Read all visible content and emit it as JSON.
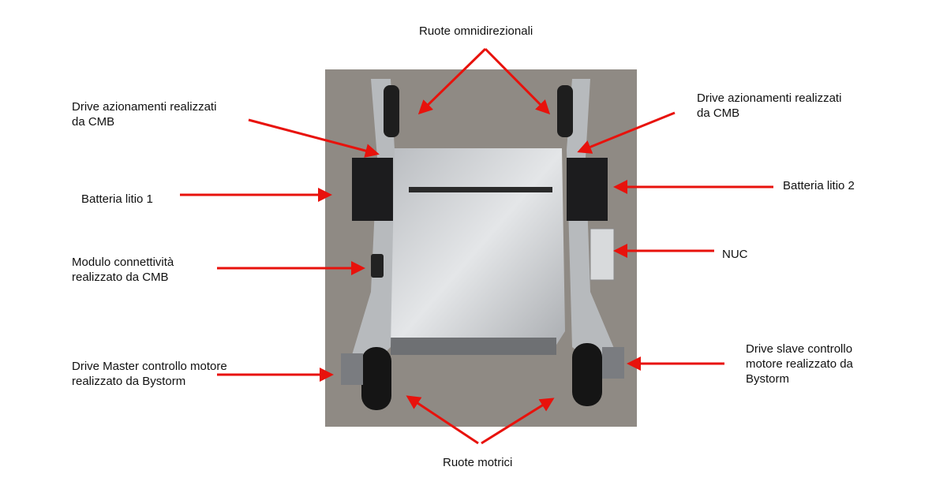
{
  "labels": {
    "omni_wheels": "Ruote omnidirezionali",
    "drive_left_1": "Drive azionamenti realizzati",
    "drive_left_2": "da CMB",
    "drive_right_1": "Drive azionamenti realizzati",
    "drive_right_2": "da CMB",
    "battery_1": "Batteria litio 1",
    "battery_2": "Batteria  litio 2",
    "nuc": "NUC",
    "module_1": "Modulo connettività",
    "module_2": "realizzato da CMB",
    "master_1": "Drive Master  controllo motore",
    "master_2": "realizzato da Bystorm",
    "slave_1": "Drive  slave controllo",
    "slave_2": "motore realizzato da",
    "slave_3": "Bystorm",
    "drive_wheels": "Ruote motrici"
  },
  "colors": {
    "arrow": "#e8120c",
    "floor": "#8f8a84",
    "aluminium": "#c9cccf",
    "battery": "#1c1c1e"
  }
}
